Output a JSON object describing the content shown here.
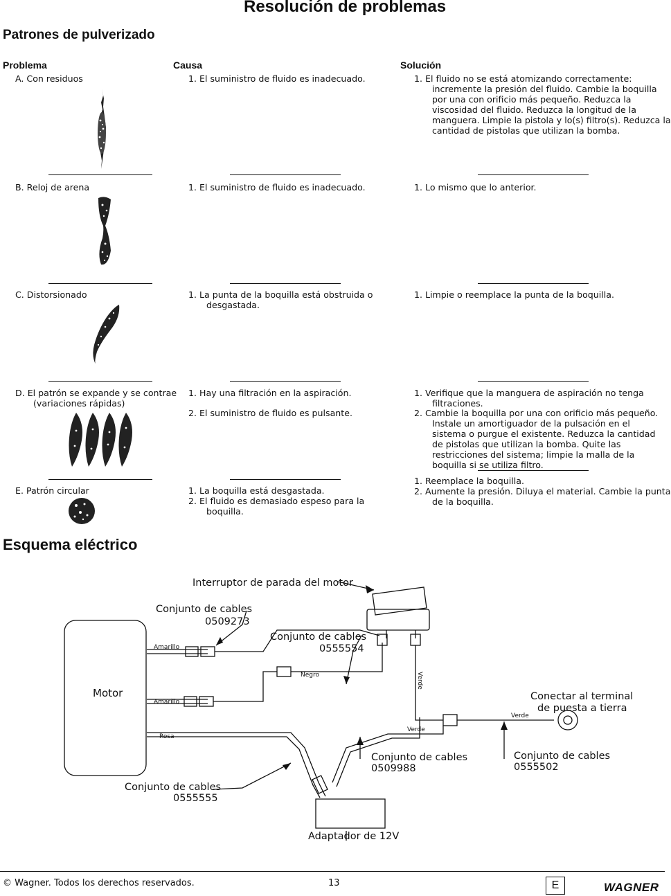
{
  "header": {
    "title": "Resolución de problemas",
    "section": "Patrones de pulverizado"
  },
  "columns": {
    "problem": "Problema",
    "cause": "Causa",
    "solution": "Solución"
  },
  "rows": [
    {
      "problem": "A.   Con residuos",
      "causes": [
        "1.   El suministro de fluido es inadecuado."
      ],
      "solutions": [
        "1.   El fluido no se está atomizando correctamente: incremente la presión del fluido. Cambie la boquilla por una con orificio más pequeño. Reduzca la viscosidad del fluido. Reduzca la longitud de la manguera. Limpie la pistola y lo(s) filtro(s). Reduzca la cantidad de pistolas que utilizan la bomba."
      ]
    },
    {
      "problem": "B.   Reloj de arena",
      "causes": [
        "1.   El suministro de fluido es inadecuado."
      ],
      "solutions": [
        "1.   Lo mismo que lo anterior."
      ]
    },
    {
      "problem": "C.   Distorsionado",
      "causes": [
        "1.   La punta de la boquilla está obstruida o desgastada."
      ],
      "solutions": [
        "1.   Limpie o reemplace la punta de la boquilla."
      ]
    },
    {
      "problem": "D.   El patrón se expande y se contrae (variaciones rápidas)",
      "causes": [
        "1.   Hay una filtración en la aspiración.",
        "2.   El suministro de fluido es pulsante."
      ],
      "solutions": [
        "1.   Verifique que la manguera de aspiración no tenga filtraciones.",
        "2.   Cambie la boquilla por una con orificio más pequeño. Instale un amortiguador de la pulsación en el sistema o purgue el existente. Reduzca la cantidad de pistolas que utilizan la bomba. Quite las restricciones del sistema; limpie la malla de la boquilla si se utiliza filtro."
      ]
    },
    {
      "problem": "E.   Patrón circular",
      "causes": [
        "1.   La boquilla está desgastada.",
        "2.   El fluido es demasiado espeso para la boquilla."
      ],
      "solutions": [
        "1.   Reemplace la boquilla.",
        "2.   Aumente la presión. Diluya el material. Cambie la punta de la boquilla."
      ]
    }
  ],
  "diagram": {
    "title": "Esquema eléctrico",
    "labels": {
      "switch": "Interruptor de parada del motor",
      "harness_a": "Conjunto de cables",
      "harness_a_num": "0509273",
      "harness_b": "Conjunto de cables",
      "harness_b_num": "0555554",
      "motor": "Motor",
      "ground": "Conectar al terminal",
      "ground2": "de puesta a tierra",
      "harness_c": "Conjunto de cables",
      "harness_c_num": "0509988",
      "harness_d": "Conjunto de cables",
      "harness_d_num": "0555502",
      "harness_e": "Conjunto de cables",
      "harness_e_num": "0555555",
      "adapter": "Adaptador de 12V"
    },
    "wires": {
      "amarillo": "Amarillo",
      "negro": "Negro",
      "verde": "Verde",
      "rosa": "Rosa"
    }
  },
  "footer": {
    "copyright": "© Wagner.  Todos los derechos reservados.",
    "page": "13",
    "lang": "E",
    "brand": "WAGNER"
  }
}
